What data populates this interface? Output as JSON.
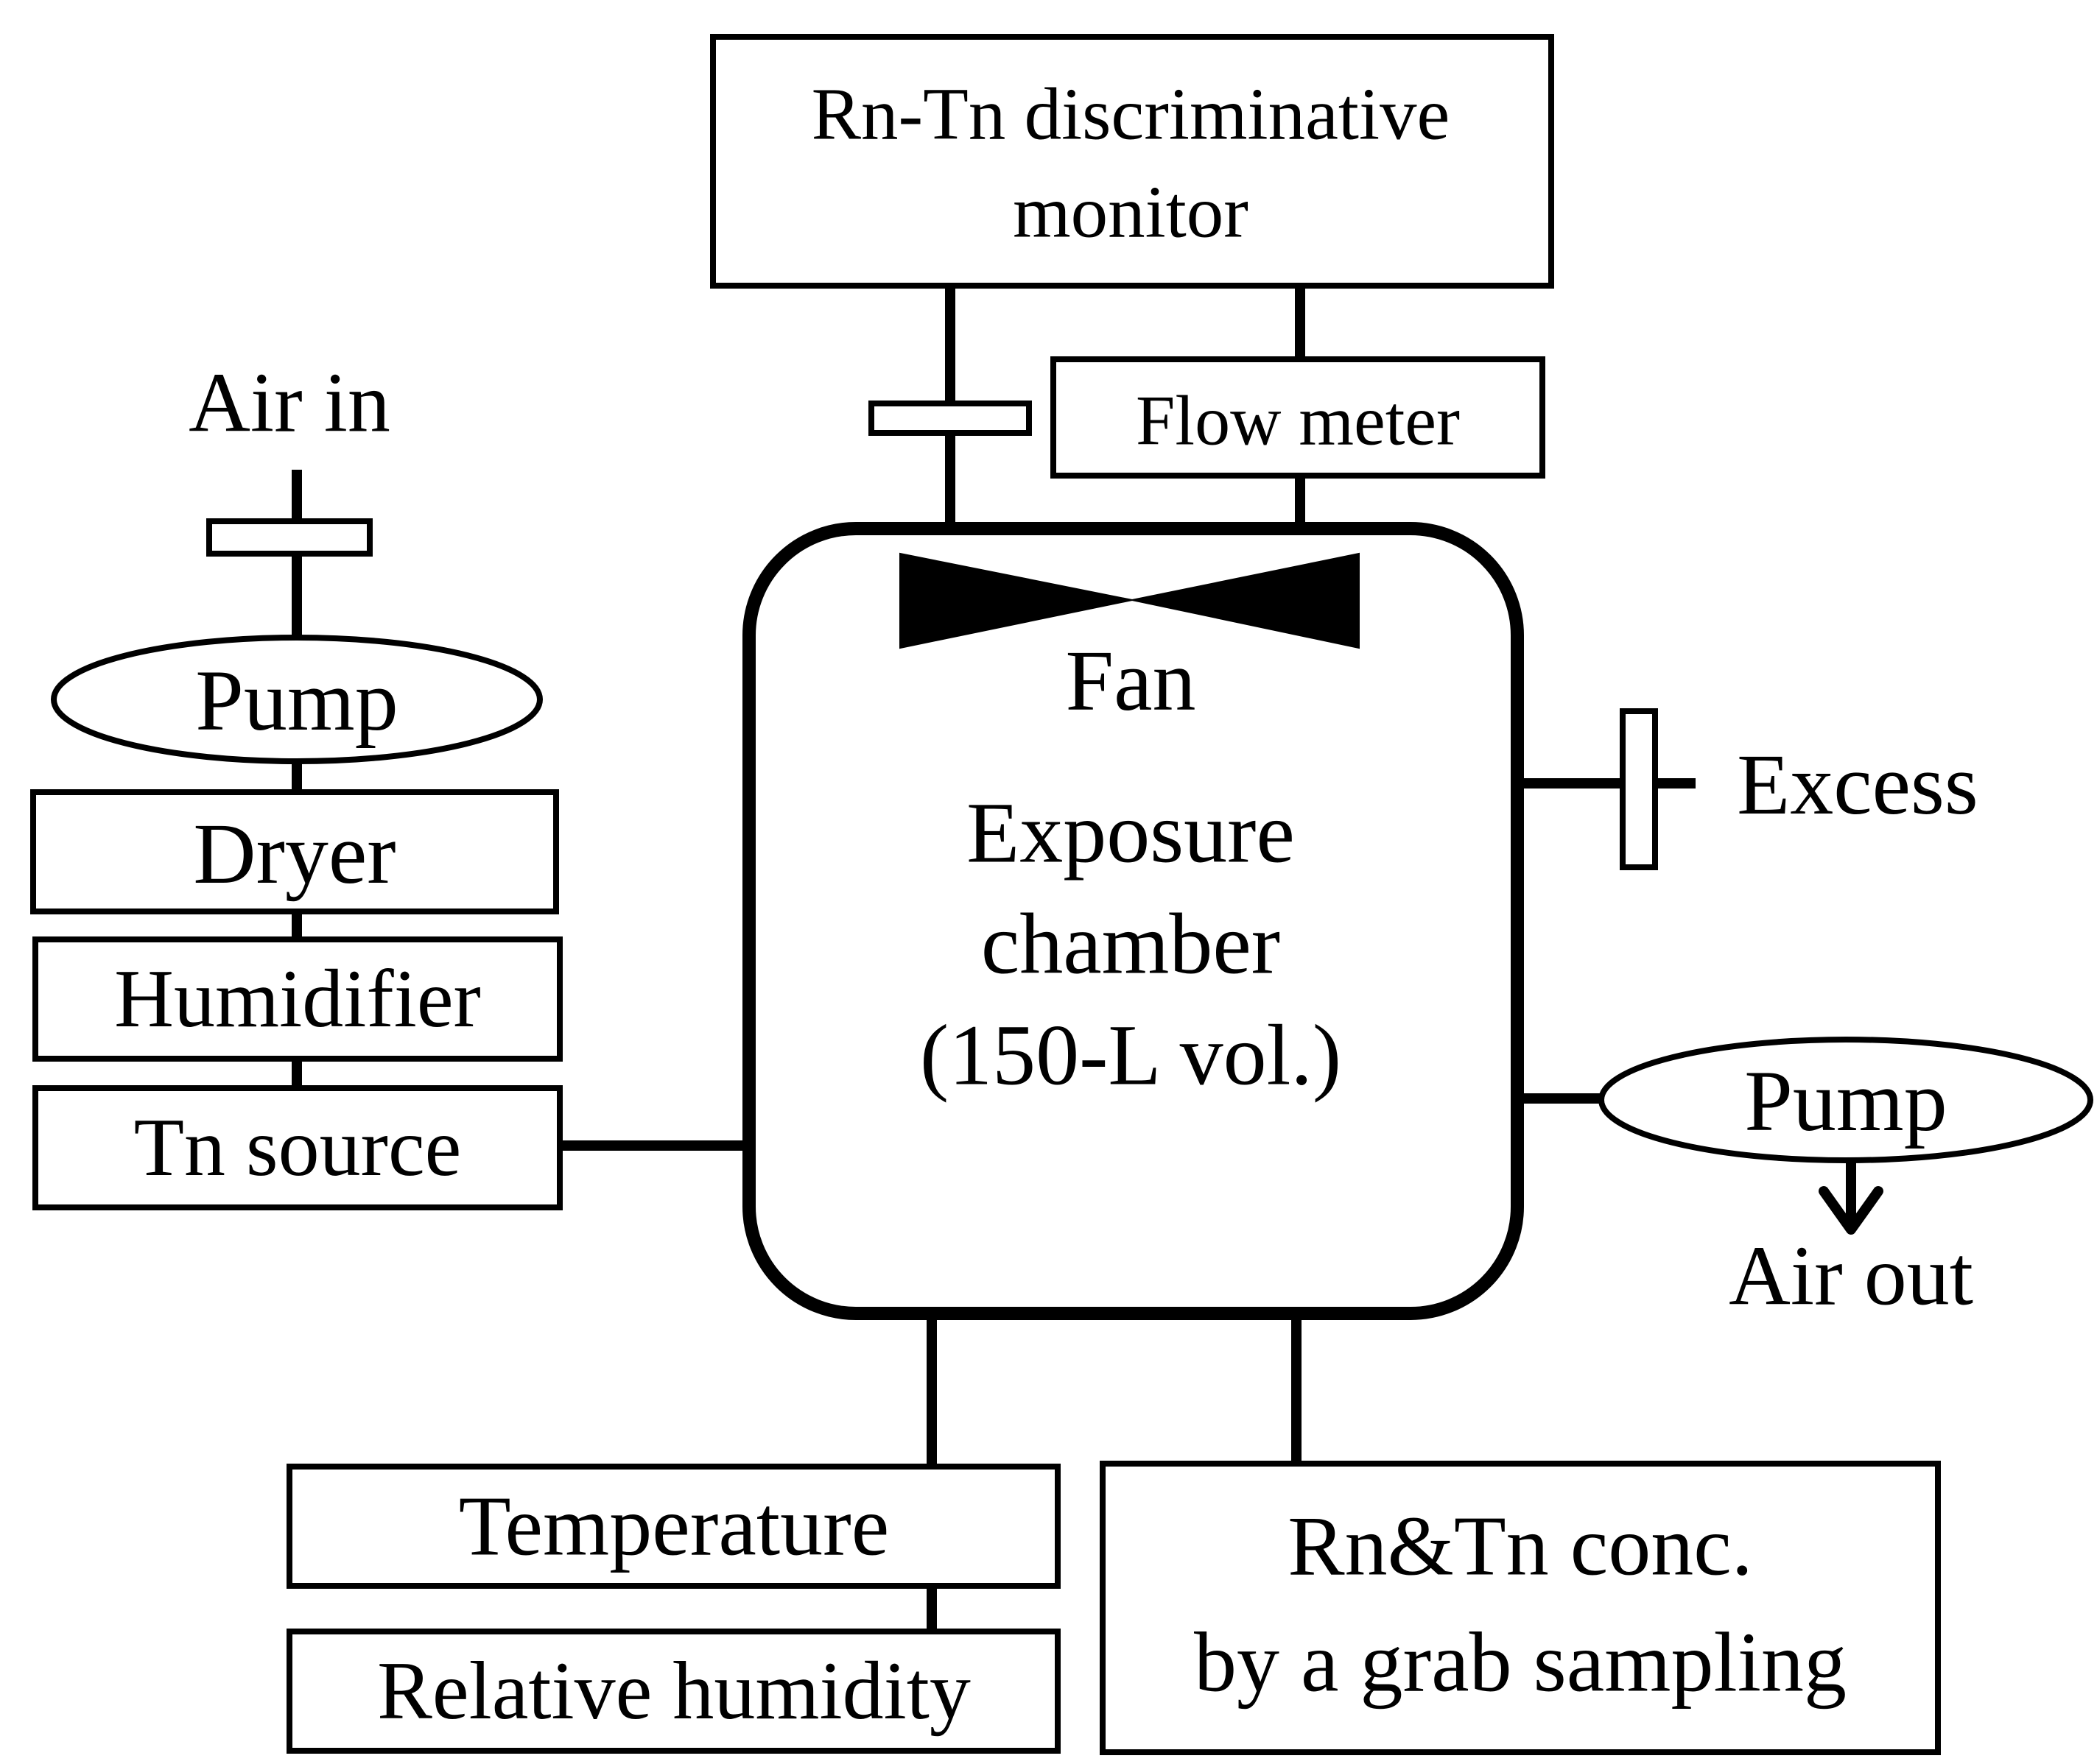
{
  "diagram": {
    "monitor": {
      "line1": "Rn-Tn discriminative",
      "line2": "monitor"
    },
    "flow_meter": "Flow meter",
    "air_in": "Air in",
    "pump_in": "Pump",
    "dryer": "Dryer",
    "humidifier": "Humidifier",
    "tn_source": "Tn source",
    "fan": "Fan",
    "chamber": {
      "line1": "Exposure",
      "line2": "chamber",
      "line3": "(150-L vol.)"
    },
    "excess": "Excess",
    "pump_out": "Pump",
    "air_out": "Air out",
    "temperature": "Temperature",
    "relative_humidity": "Relative humidity",
    "grab_sampling": {
      "line1": "Rn&Tn conc.",
      "line2": "by a grab sampling"
    }
  },
  "colors": {
    "stroke": "#000000",
    "background": "#ffffff"
  }
}
